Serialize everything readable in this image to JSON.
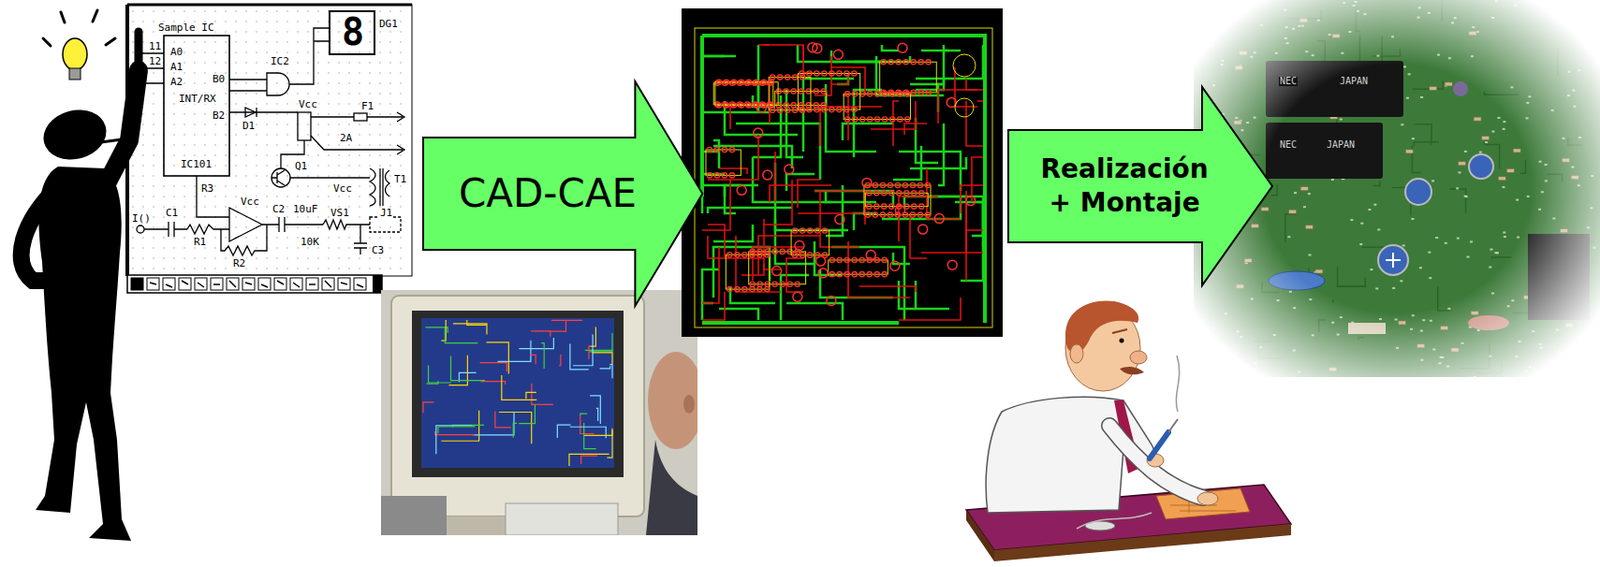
{
  "diagram": {
    "nodes": [
      {
        "text": [
          "CAD-CAE"
        ]
      },
      {
        "text": [
          "Realización + Montaje"
        ]
      }
    ],
    "labels": [
      "Sample IC",
      "11",
      "12",
      "A0",
      "A1",
      "A2",
      "IC2",
      "DG1",
      "8",
      "B0",
      "INT/RX",
      "B2",
      "D1",
      "Vcc",
      "F1",
      "2A",
      "Q1",
      "T1",
      "IC101",
      "R3",
      "C1",
      "C2",
      "Vcc",
      "10uF",
      "I()",
      "R1",
      "R2",
      "Vcc",
      "VS1",
      "10K",
      "C3",
      "J1",
      "NEC",
      "JAPAN",
      "NEC",
      "JAPAN"
    ]
  }
}
